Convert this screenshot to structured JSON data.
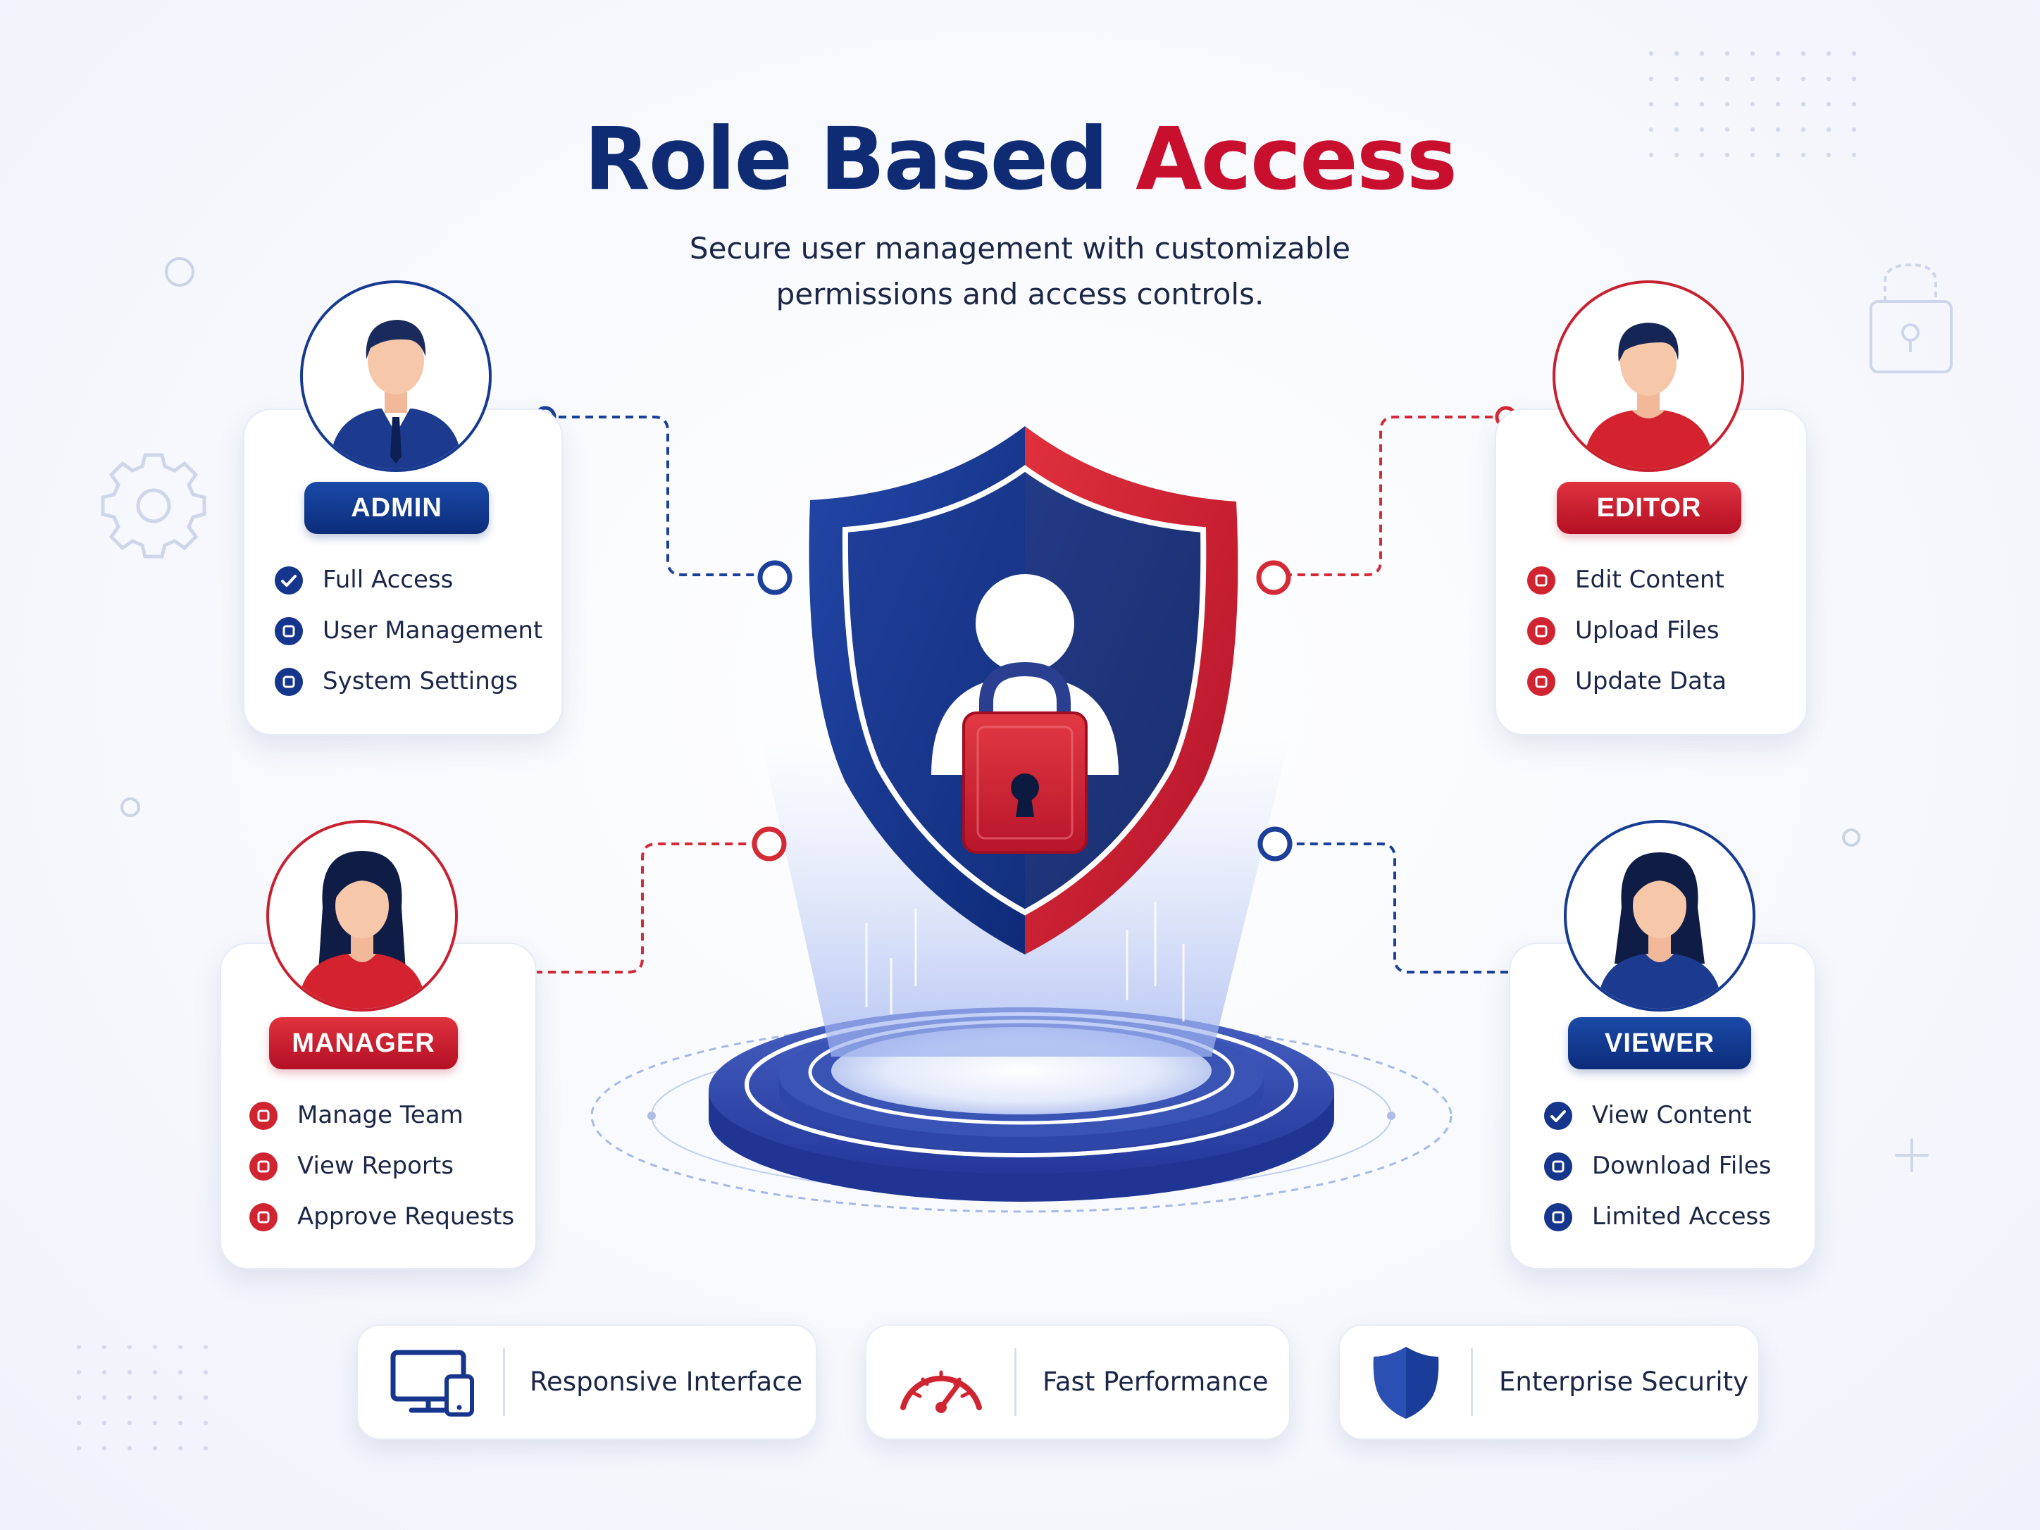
{
  "header": {
    "title_part1": "Role Based",
    "title_part2": "Access",
    "subtitle_line1": "Secure user management with customizable",
    "subtitle_line2": "permissions and access controls."
  },
  "roles": {
    "admin": {
      "label": "ADMIN",
      "permissions": [
        "Full Access",
        "User Management",
        "System Settings"
      ]
    },
    "editor": {
      "label": "EDITOR",
      "permissions": [
        "Edit Content",
        "Upload Files",
        "Update Data"
      ]
    },
    "manager": {
      "label": "MANAGER",
      "permissions": [
        "Manage Team",
        "View Reports",
        "Approve Requests"
      ]
    },
    "viewer": {
      "label": "VIEWER",
      "permissions": [
        "View Content",
        "Download Files",
        "Limited Access"
      ]
    }
  },
  "features": [
    {
      "label": "Responsive Interface",
      "icon": "devices-icon"
    },
    {
      "label": "Fast Performance",
      "icon": "speedometer-icon"
    },
    {
      "label": "Enterprise Security",
      "icon": "shield-icon"
    }
  ],
  "colors": {
    "navy": "#0f2b73",
    "red": "#c8102e",
    "text": "#1c2647",
    "background": "#f6f8fd"
  }
}
